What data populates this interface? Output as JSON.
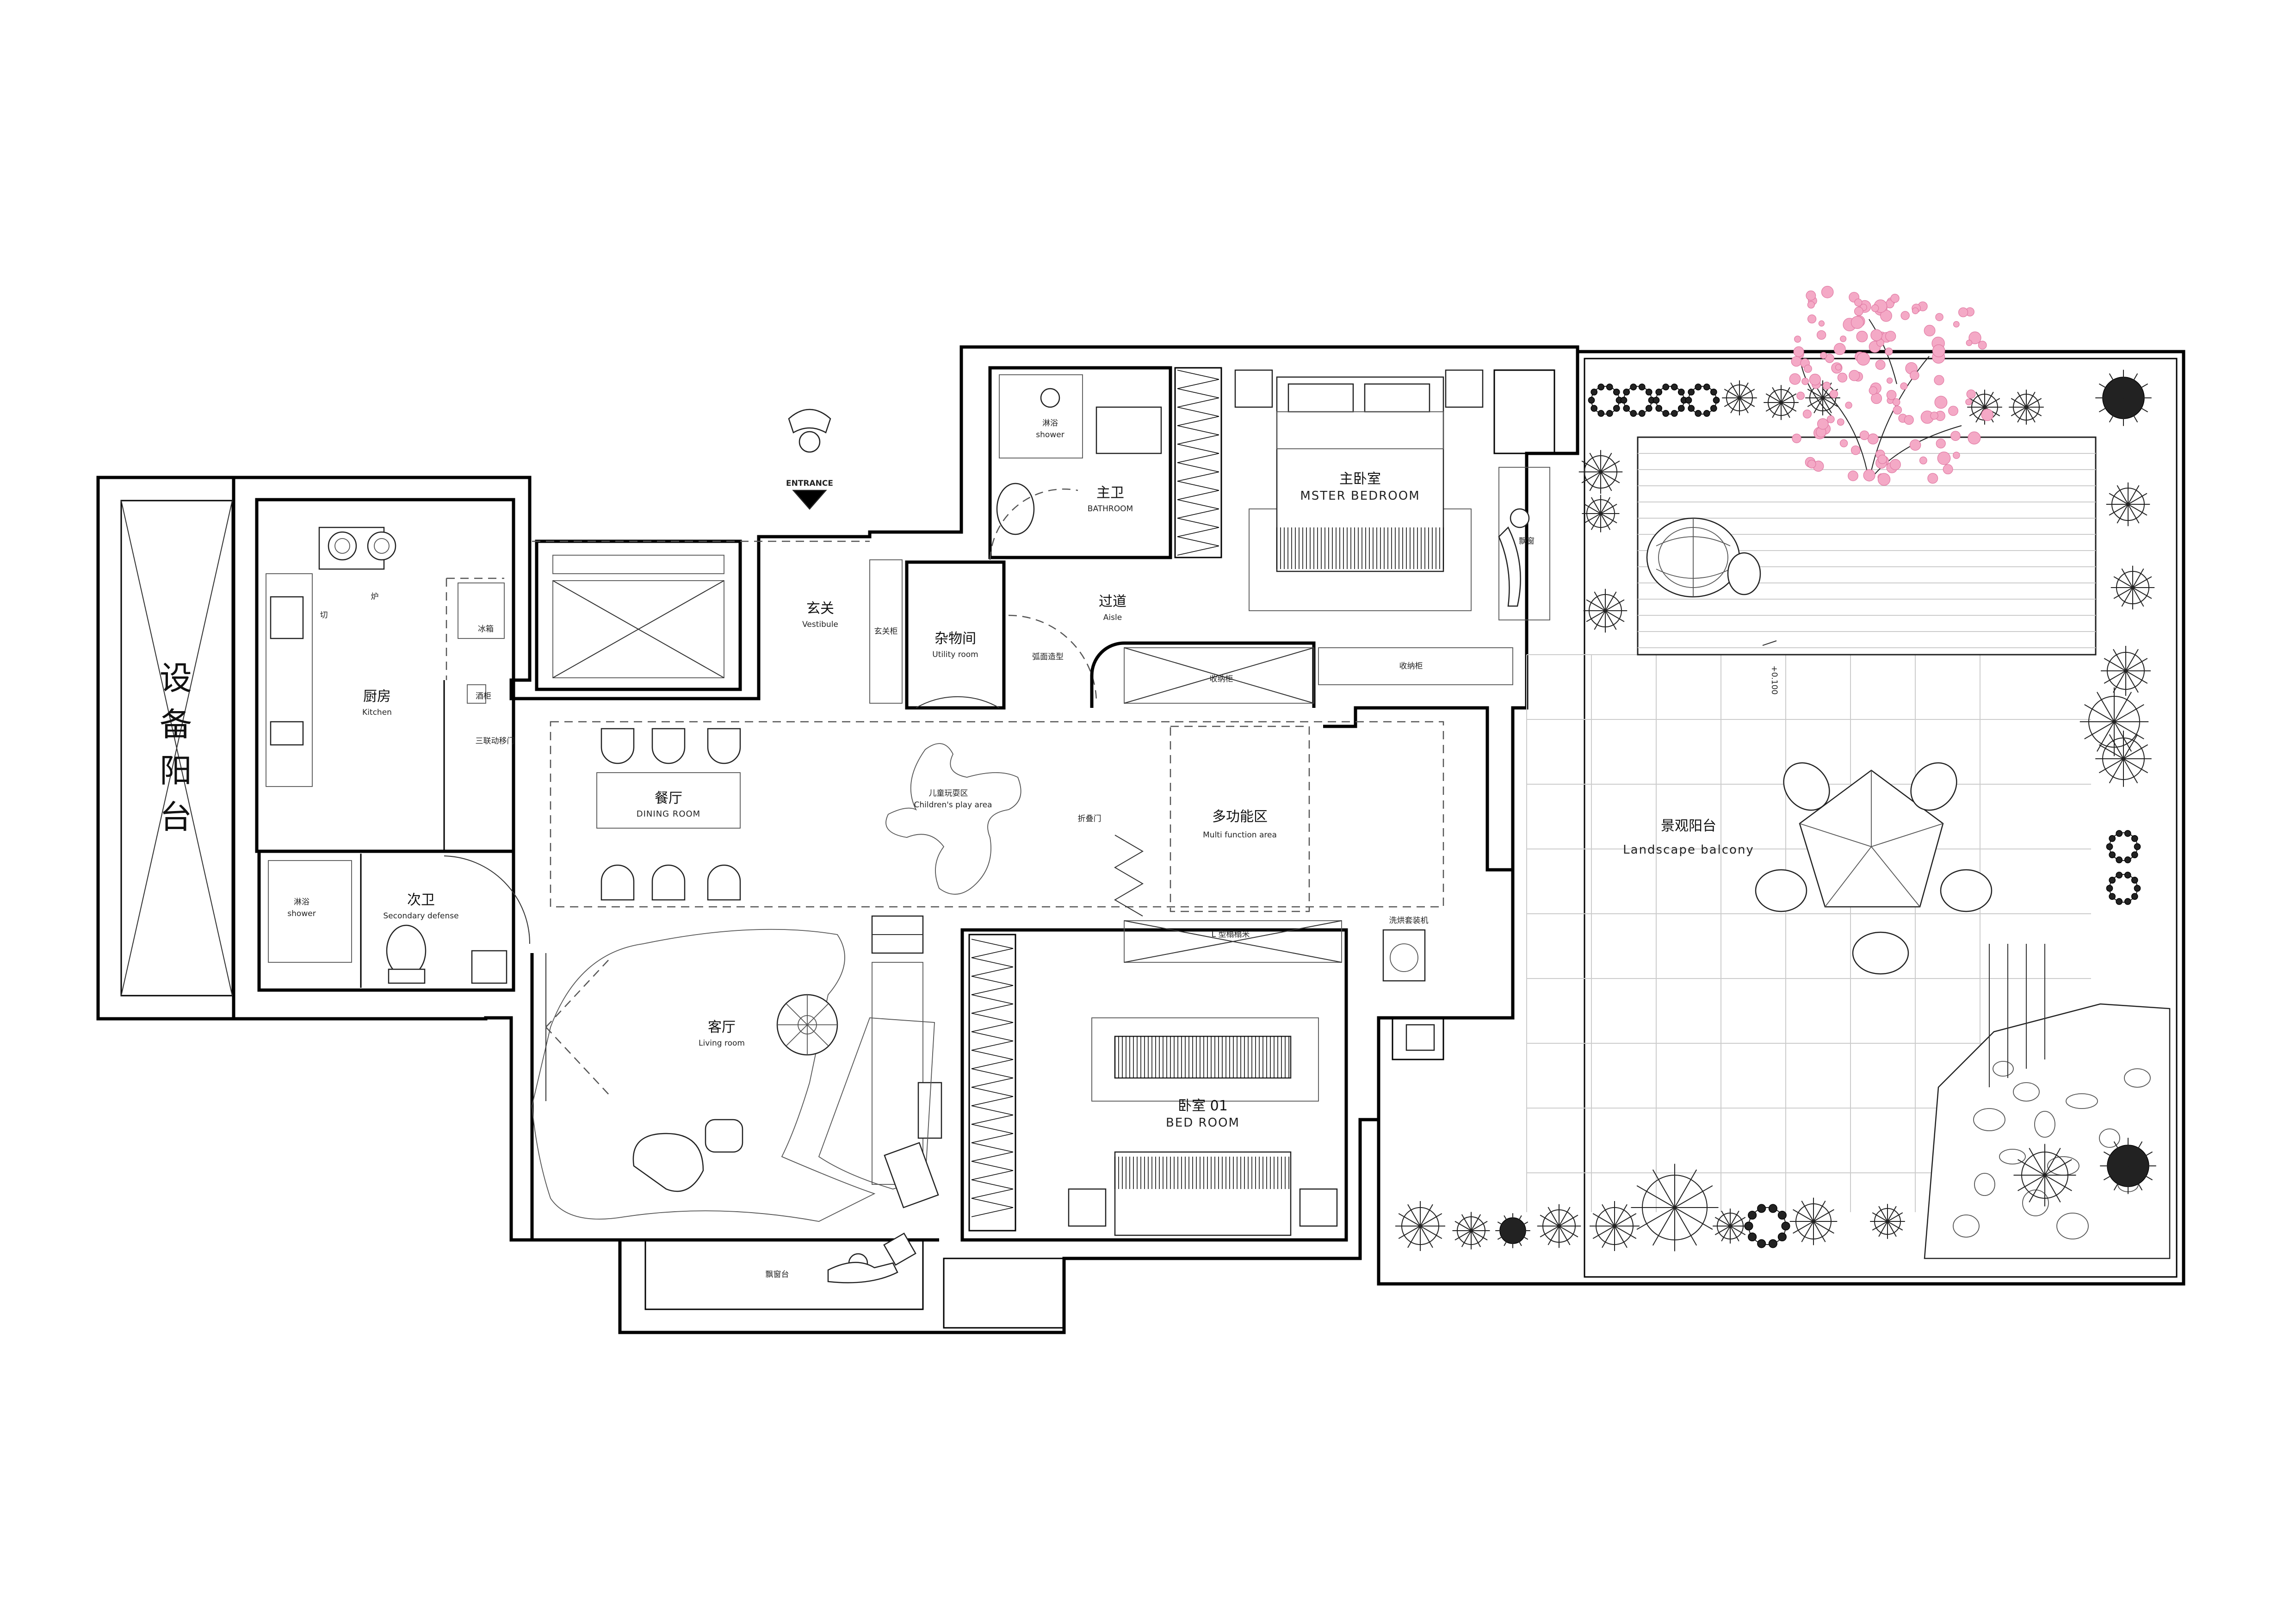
{
  "rooms": {
    "equipment_balcony": {
      "cn": "设备阳台"
    },
    "kitchen": {
      "cn": "厨房",
      "en": "Kitchen"
    },
    "secondary_bath": {
      "cn": "次卫",
      "en": "Secondary defense"
    },
    "dining": {
      "cn": "餐厅",
      "en": "DINING ROOM"
    },
    "living": {
      "cn": "客厅",
      "en": "Living room"
    },
    "bay_window": {
      "cn": "飘窗台"
    },
    "vestibule": {
      "cn": "玄关",
      "en": "Vestibule"
    },
    "entrance": {
      "en": "ENTRANCE"
    },
    "utility": {
      "cn": "杂物间",
      "en": "Utility room"
    },
    "aisle": {
      "cn": "过道",
      "en": "Aisle"
    },
    "master_bath": {
      "cn": "主卫",
      "en": "BATHROOM"
    },
    "master_bedroom": {
      "cn": "主卧室",
      "en": "MSTER BEDROOM"
    },
    "kids_play": {
      "cn": "儿童玩耍区",
      "en": "Children's play area"
    },
    "multi_function": {
      "cn": "多功能区",
      "en": "Multi function area"
    },
    "bedroom01": {
      "cn": "卧室 01",
      "en": "BED ROOM"
    },
    "landscape_balcony": {
      "cn": "景观阳台",
      "en": "Landscape balcony"
    }
  },
  "fixtures": {
    "shower_cn": "淋浴",
    "shower_en": "shower",
    "shoe_cabinet": "玄关柜",
    "arc_feature": "弧面造型",
    "folding_door": "折叠门",
    "storage": "收纳柜",
    "storage2": "收纳柜",
    "l_tatami": "L 型榻榻米",
    "washer": "洗烘套装机",
    "wine_cabinet": "酒柜",
    "sliding_door": "三联动移门",
    "fridge": "冰箱",
    "stove": "炉",
    "sink_mark": "切",
    "bay_lounge": "飘窗",
    "level_mark": "+0.100"
  },
  "colors": {
    "wall": "#000000",
    "tile": "#cccccc",
    "blossom": "#f4a9c6"
  }
}
